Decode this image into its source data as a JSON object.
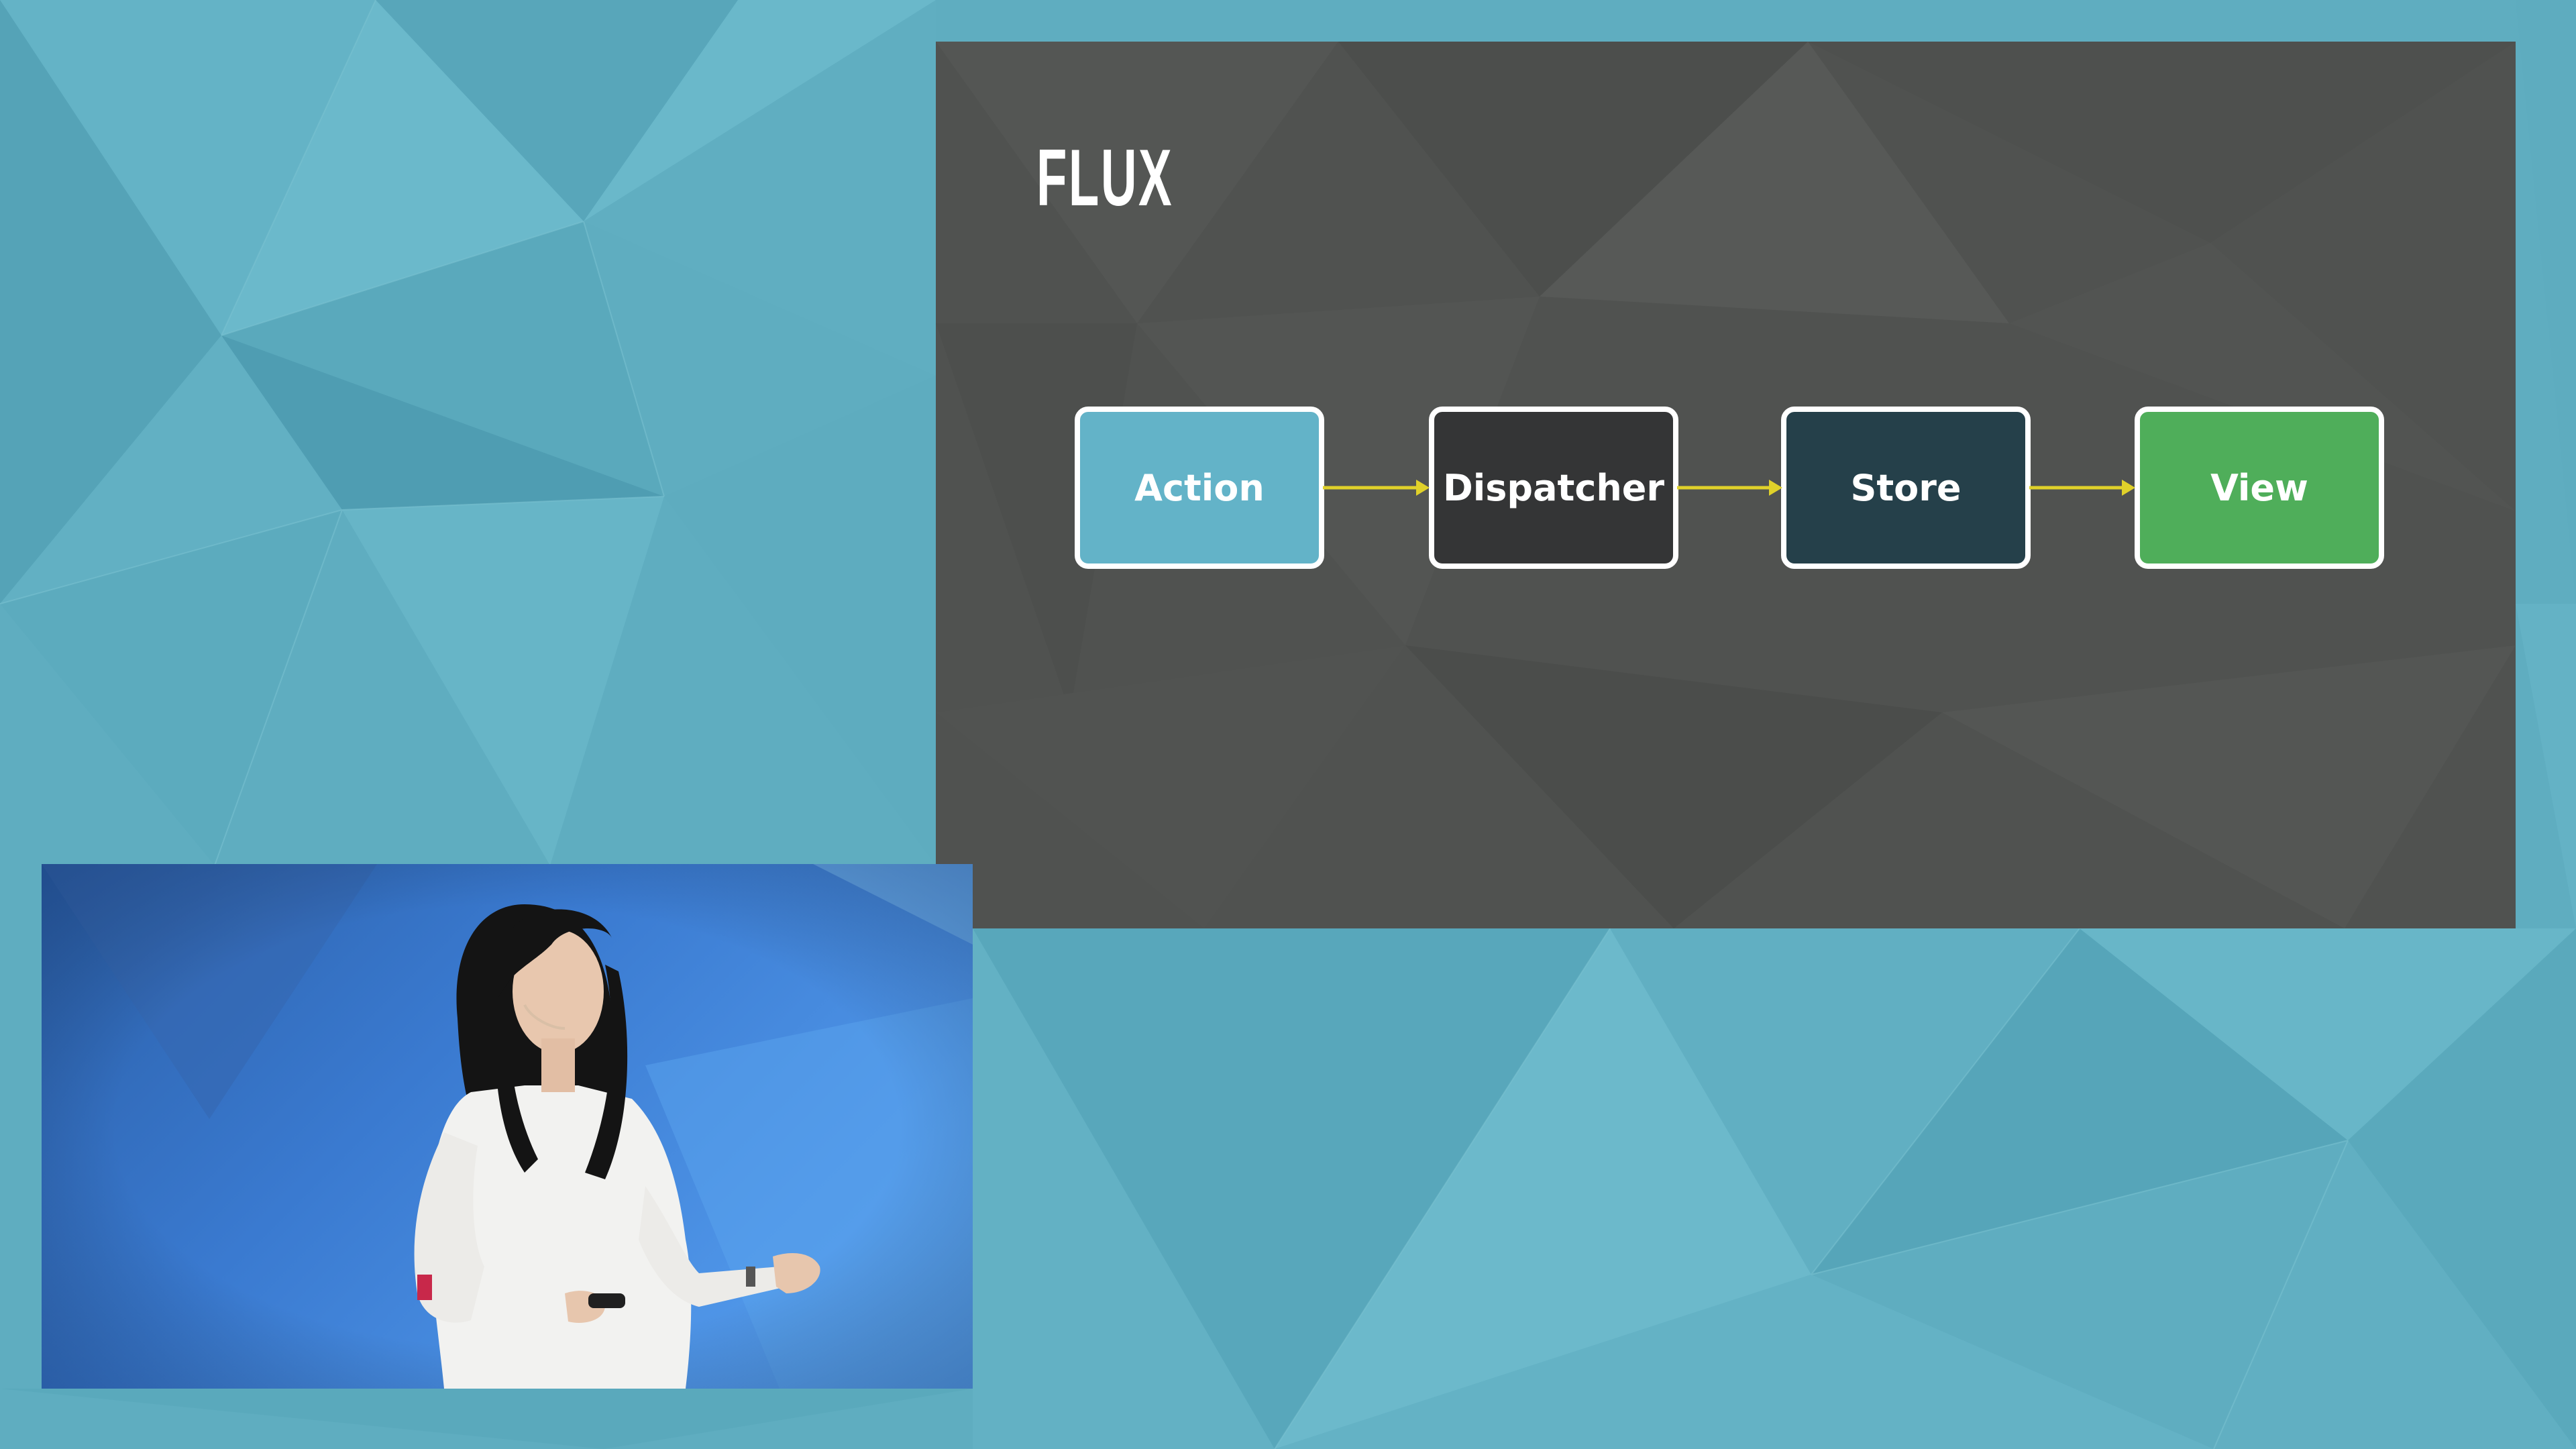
{
  "slide": {
    "title": "FLUX",
    "flow": [
      {
        "label": "Action",
        "color": "#63b3c8"
      },
      {
        "label": "Dispatcher",
        "color": "#343536"
      },
      {
        "label": "Store",
        "color": "#25404a"
      },
      {
        "label": "View",
        "color": "#4fae5a"
      }
    ],
    "arrow_color": "#e0d12a",
    "background_color": "#505250"
  },
  "page": {
    "background_color": "#5fadc0"
  },
  "speaker_video": {
    "background_color": "#3a7ad0"
  }
}
